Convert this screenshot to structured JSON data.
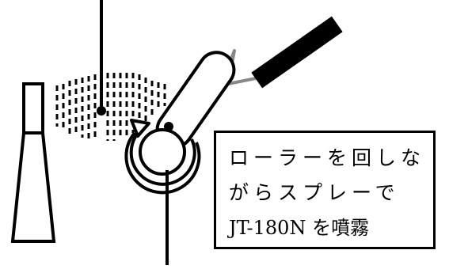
{
  "diagram": {
    "caption_lines": [
      "ローラーを回しな",
      "がらスプレーで",
      "JT-180N を噴霧"
    ],
    "colors": {
      "stroke": "#000000",
      "handle_wire": "#888888",
      "background": "#ffffff"
    }
  }
}
